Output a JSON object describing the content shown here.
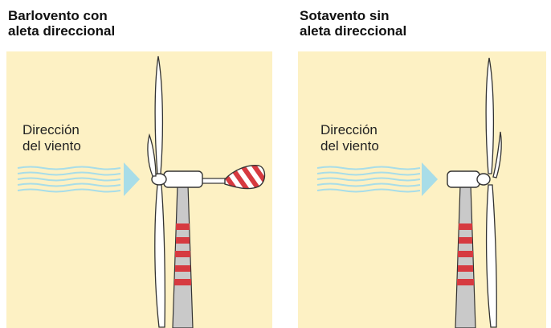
{
  "left_panel": {
    "title_lines": [
      "Barlovento con",
      "aleta direccional"
    ],
    "wind_label_lines": [
      "Dirección",
      "del viento"
    ]
  },
  "right_panel": {
    "title_lines": [
      "Sotavento sin",
      "aleta direccional"
    ],
    "wind_label_lines": [
      "Dirección",
      "del viento"
    ]
  },
  "colors": {
    "background_panel": "#fdf1c4",
    "wind_arrow": "#a8dde8",
    "stripe_red": "#d63a40",
    "tower": "#c9c9c9",
    "outline": "#333333"
  },
  "icons": [
    "wind-lines-icon",
    "arrow-right-icon",
    "wind-turbine-icon",
    "tail-vane-icon"
  ]
}
